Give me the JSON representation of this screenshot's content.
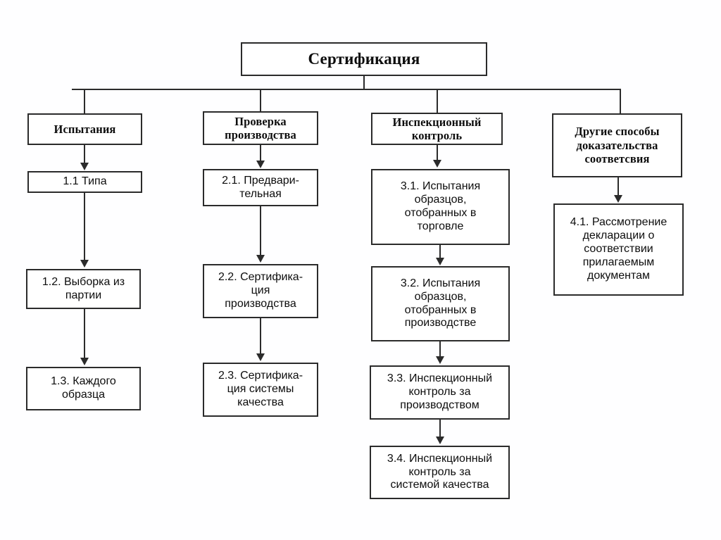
{
  "diagram": {
    "title": "Сертификация",
    "root": {
      "label": "Сертификация"
    },
    "branches": [
      {
        "id": "branch-1",
        "header": "Испытания",
        "nodes": [
          {
            "id": "1.1",
            "label": "1.1 Типа"
          },
          {
            "id": "1.2",
            "label": "1.2. Выборка из\nпартии"
          },
          {
            "id": "1.3",
            "label": "1.3. Каждого\nобразца"
          }
        ]
      },
      {
        "id": "branch-2",
        "header": "Проверка\nпроизводства",
        "nodes": [
          {
            "id": "2.1",
            "label": "2.1. Предвари-\nтельная"
          },
          {
            "id": "2.2",
            "label": "2.2. Сертифика-\nция\nпроизводства"
          },
          {
            "id": "2.3",
            "label": "2.3. Сертифика-\nция системы\nкачества"
          }
        ]
      },
      {
        "id": "branch-3",
        "header": "Инспекционный\nконтроль",
        "nodes": [
          {
            "id": "3.1",
            "label": "3.1. Испытания\nобразцов,\nотобранных в\nторговле"
          },
          {
            "id": "3.2",
            "label": "3.2. Испытания\nобразцов,\nотобранных в\nпроизводстве"
          },
          {
            "id": "3.3",
            "label": "3.3. Инспекционный\nконтроль за\nпроизводством"
          },
          {
            "id": "3.4",
            "label": "3.4. Инспекционный\nконтроль за\nсистемой качества"
          }
        ]
      },
      {
        "id": "branch-4",
        "header": "Другие способы\nдоказательства\nсоответсвия",
        "nodes": [
          {
            "id": "4.1",
            "label": "4.1. Рассмотрение\nдекларации о\nсоответствии\nприлагаемым\nдокументам"
          }
        ]
      }
    ],
    "colors": {
      "stroke": "#2b2b2b",
      "text": "#0d0d0d",
      "background": "#fefeff",
      "box_fill": "#ffffff"
    }
  }
}
